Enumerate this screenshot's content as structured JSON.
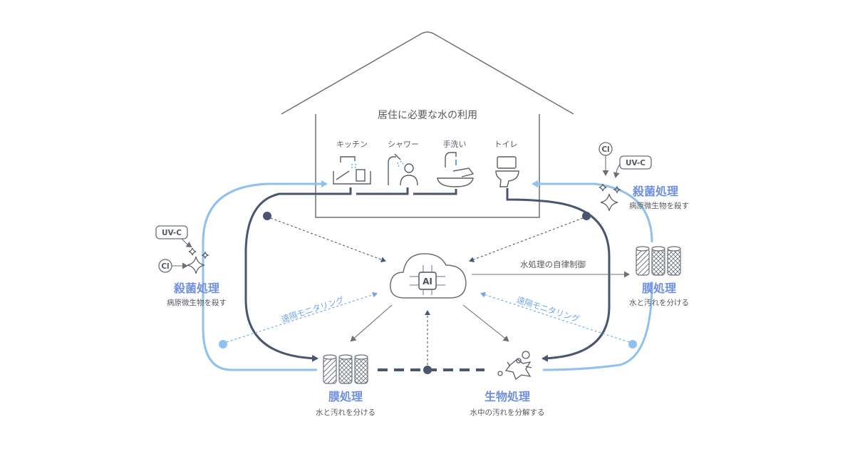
{
  "house": {
    "title": "居住に必要な水の利用",
    "rooms": [
      "キッチン",
      "シャワー",
      "手洗い",
      "トイレ"
    ]
  },
  "ai": {
    "label": "AI"
  },
  "control": {
    "label": "水処理の自律制御"
  },
  "monitoring": {
    "left": "遠隔モニタリング",
    "right": "遠隔モニタリング"
  },
  "left_treatment": {
    "title": "殺菌処理",
    "subtitle": "病原微生物を殺す",
    "chips": [
      "UV-C",
      "Cl"
    ]
  },
  "right_treatment": {
    "title": "殺菌処理",
    "subtitle": "病原微生物を殺す",
    "chips": [
      "Cl",
      "UV-C"
    ]
  },
  "right_membrane": {
    "title": "膜処理",
    "subtitle": "水と汚れを分ける"
  },
  "bottom_membrane": {
    "title": "膜処理",
    "subtitle": "水と汚れを分ける"
  },
  "bio": {
    "title": "生物処理",
    "subtitle": "水中の汚れを分解する"
  },
  "colors": {
    "dark": "#4a5670",
    "light_blue": "#8ec0f0",
    "accent": "#6f8fe0",
    "gray": "#6b7078"
  }
}
